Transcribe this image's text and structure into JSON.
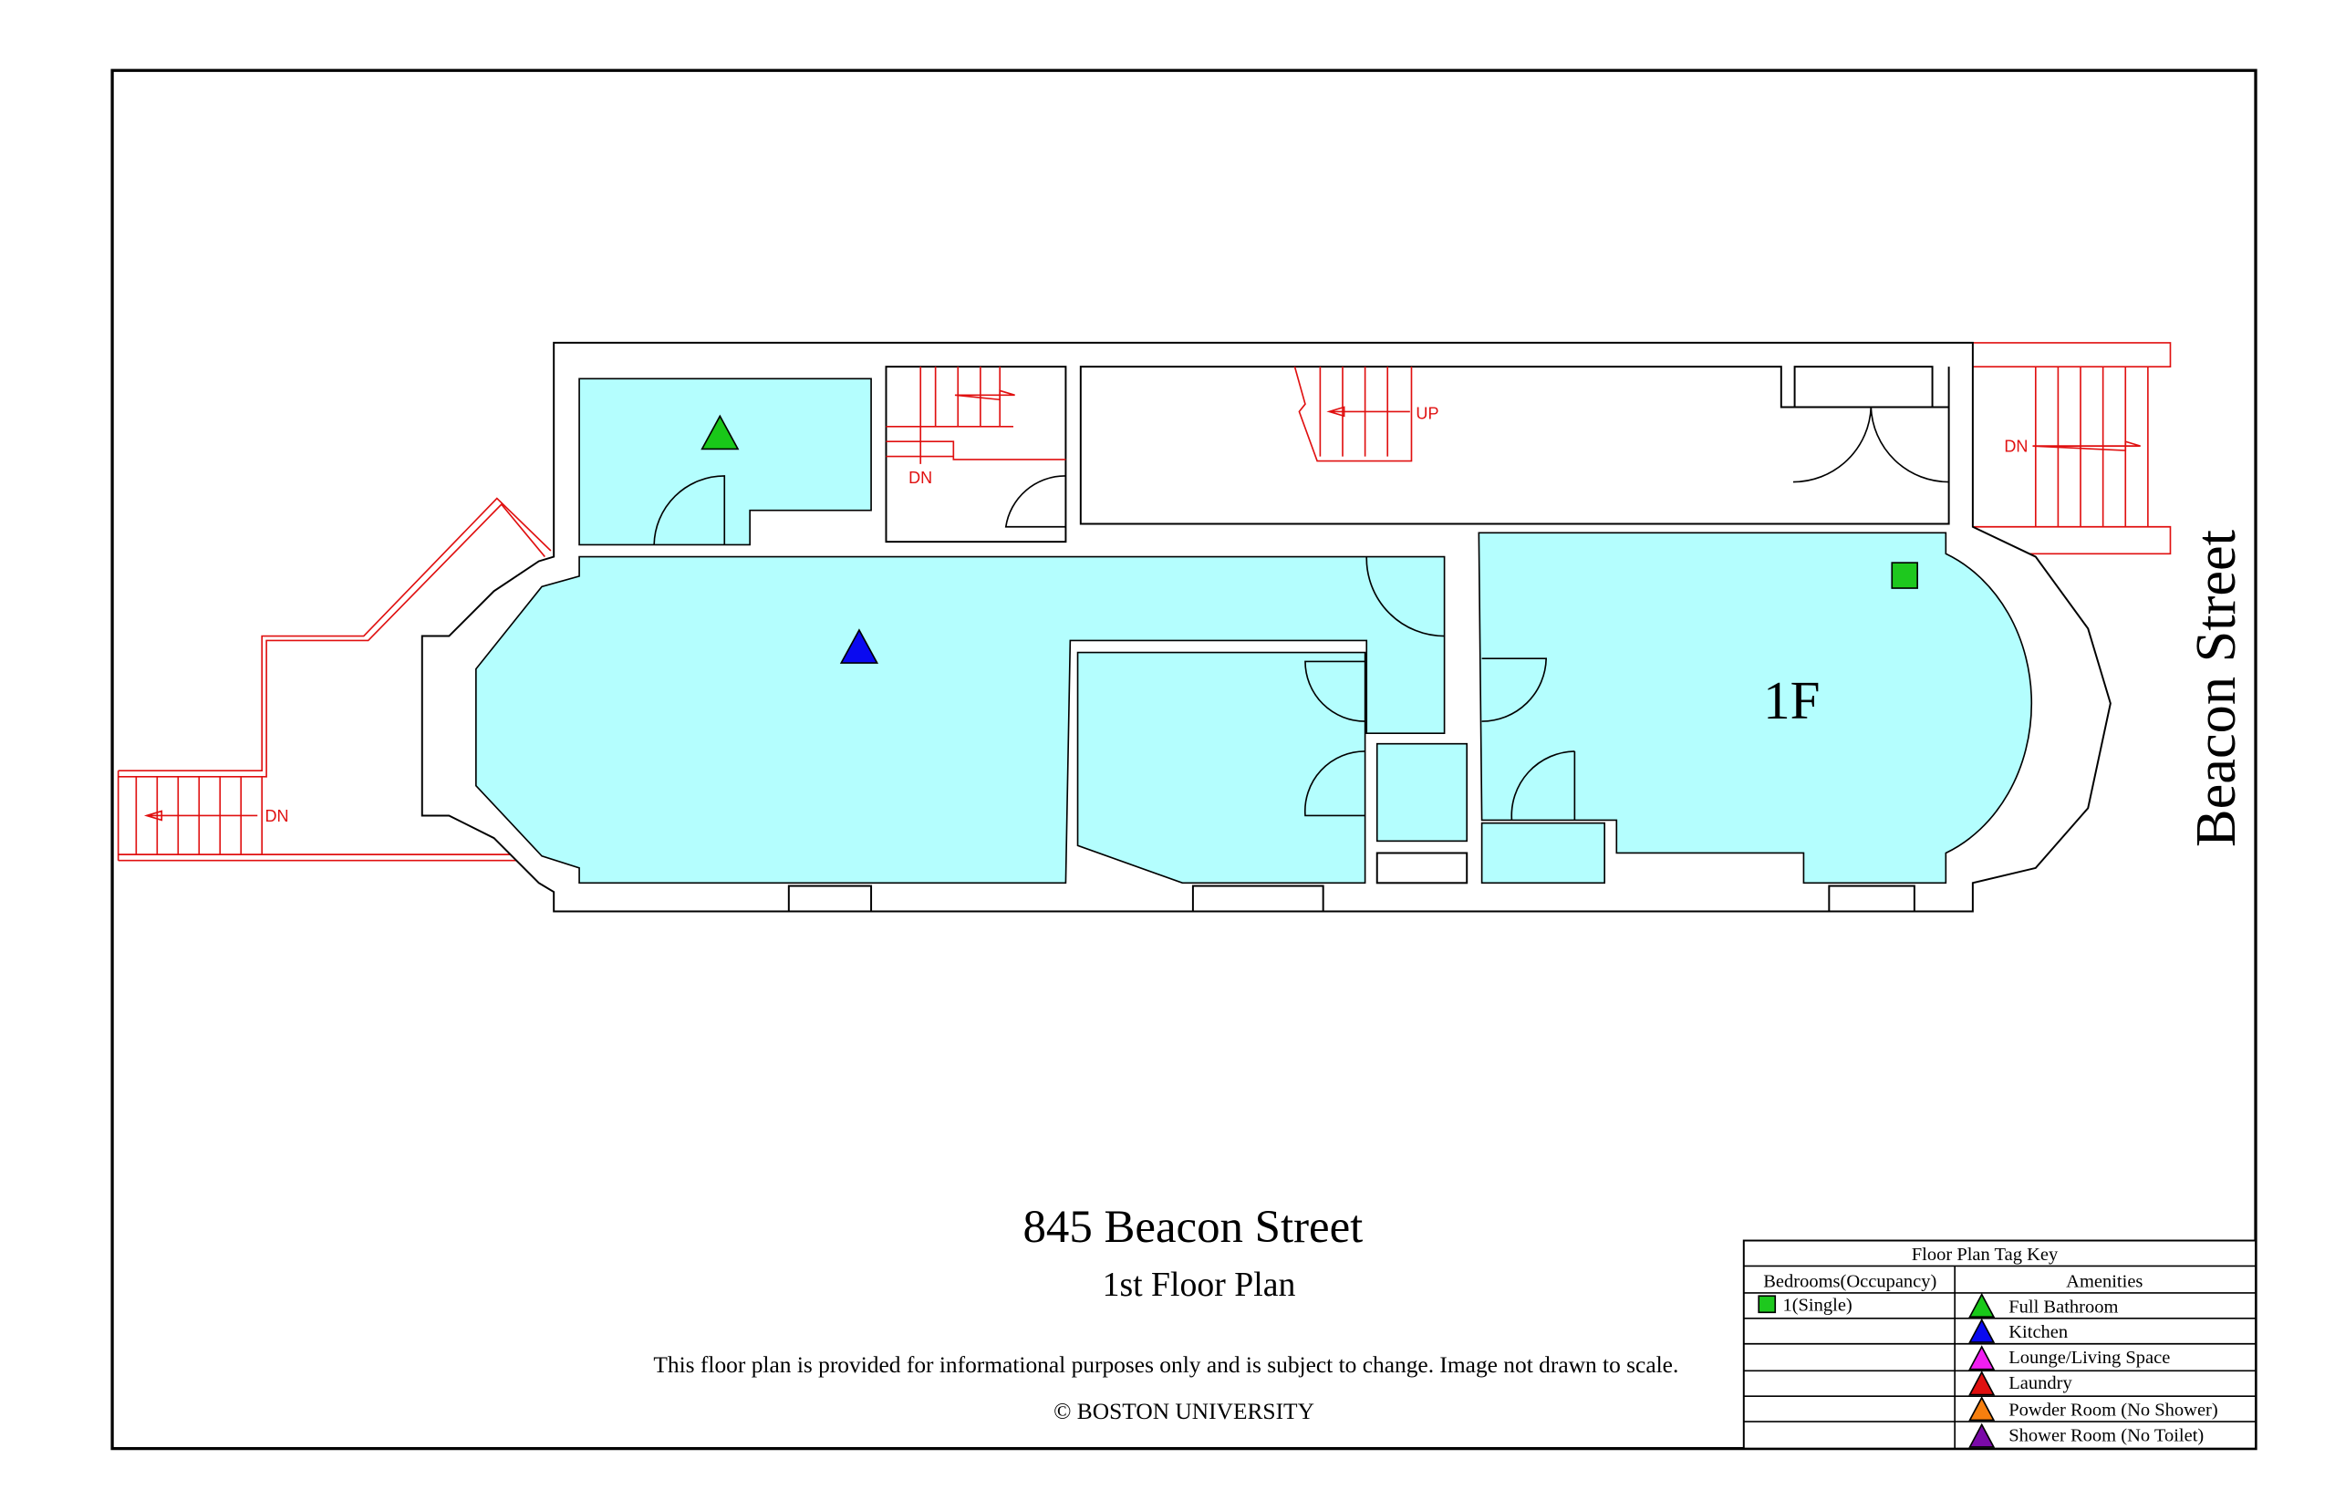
{
  "colors": {
    "room": "#b4fefe",
    "bedroom_tag": "#1ec81e",
    "full_bathroom": "#19c819",
    "kitchen": "#0a0af0",
    "lounge": "#f01ef0",
    "laundry": "#e01010",
    "powder_room": "#f57f0f",
    "shower_room": "#7a0aa8",
    "stairs": "#e01010"
  },
  "plan": {
    "floor_label": "1F",
    "street_label": "Beacon Street",
    "stair_labels": {
      "left": "DN",
      "top_left": "DN",
      "top_middle": "UP",
      "right": "DN"
    }
  },
  "title": {
    "address": "845 Beacon Street",
    "subtitle": "1st Floor Plan",
    "disclaimer": "This floor plan is provided for informational purposes only and is subject to change. Image not drawn to scale.",
    "copyright": "© BOSTON UNIVERSITY"
  },
  "legend": {
    "title": "Floor Plan Tag Key",
    "col_bedrooms": "Bedrooms(Occupancy)",
    "col_amenities": "Amenities",
    "bedrooms": [
      {
        "label": "1(Single)",
        "icon": "green-square"
      }
    ],
    "amenities": [
      {
        "label": "Full Bathroom",
        "icon": "green-triangle"
      },
      {
        "label": "Kitchen",
        "icon": "blue-triangle"
      },
      {
        "label": "Lounge/Living Space",
        "icon": "magenta-triangle"
      },
      {
        "label": "Laundry",
        "icon": "red-triangle"
      },
      {
        "label": "Powder Room (No Shower)",
        "icon": "orange-triangle"
      },
      {
        "label": "Shower Room (No Toilet)",
        "icon": "purple-triangle"
      }
    ]
  }
}
